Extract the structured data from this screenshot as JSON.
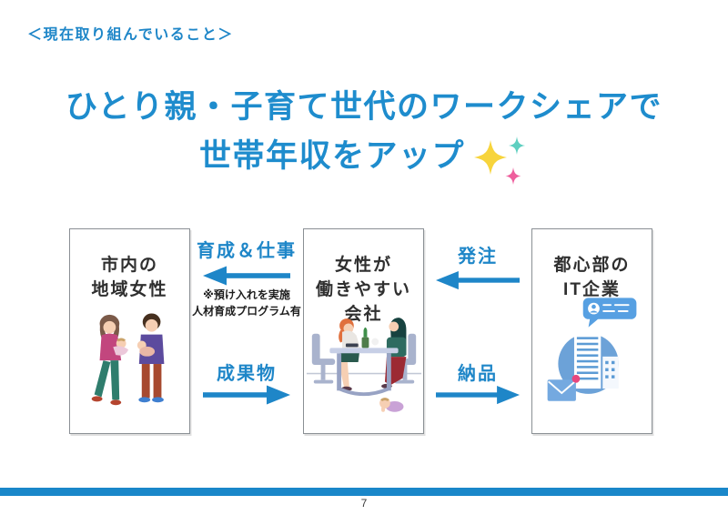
{
  "page": {
    "header": "＜現在取り組んでいること＞",
    "title_line1": "ひとり親・子育て世代のワークシェアで",
    "title_line2": "世帯年収をアップ",
    "page_number": "7"
  },
  "colors": {
    "accent_blue": "#1e86c8",
    "footer_bar": "#1a87c9",
    "box_border": "#8a8f94",
    "sparkle_yellow": "#f7d43c",
    "sparkle_teal": "#5ecfc0",
    "sparkle_pink": "#ee5f9d"
  },
  "diagram": {
    "boxes": [
      {
        "name": "local-women",
        "label_lines": [
          "市内の",
          "地域女性"
        ],
        "illustration": "two-mothers-holding-babies"
      },
      {
        "name": "women-friendly-company",
        "label_lines": [
          "女性が",
          "働きやすい",
          "会社"
        ],
        "illustration": "women-working-at-table-with-baby"
      },
      {
        "name": "it-company",
        "label_lines": [
          "都心部の",
          "IT企業"
        ],
        "illustration": "office-building-with-message"
      }
    ],
    "flows": [
      {
        "label": "育成＆仕事",
        "direction": "left",
        "note_lines": [
          "※預け入れを実施",
          "人材育成プログラム有"
        ]
      },
      {
        "label": "成果物",
        "direction": "right",
        "note_lines": []
      },
      {
        "label": "発注",
        "direction": "left",
        "note_lines": []
      },
      {
        "label": "納品",
        "direction": "right",
        "note_lines": []
      }
    ]
  }
}
